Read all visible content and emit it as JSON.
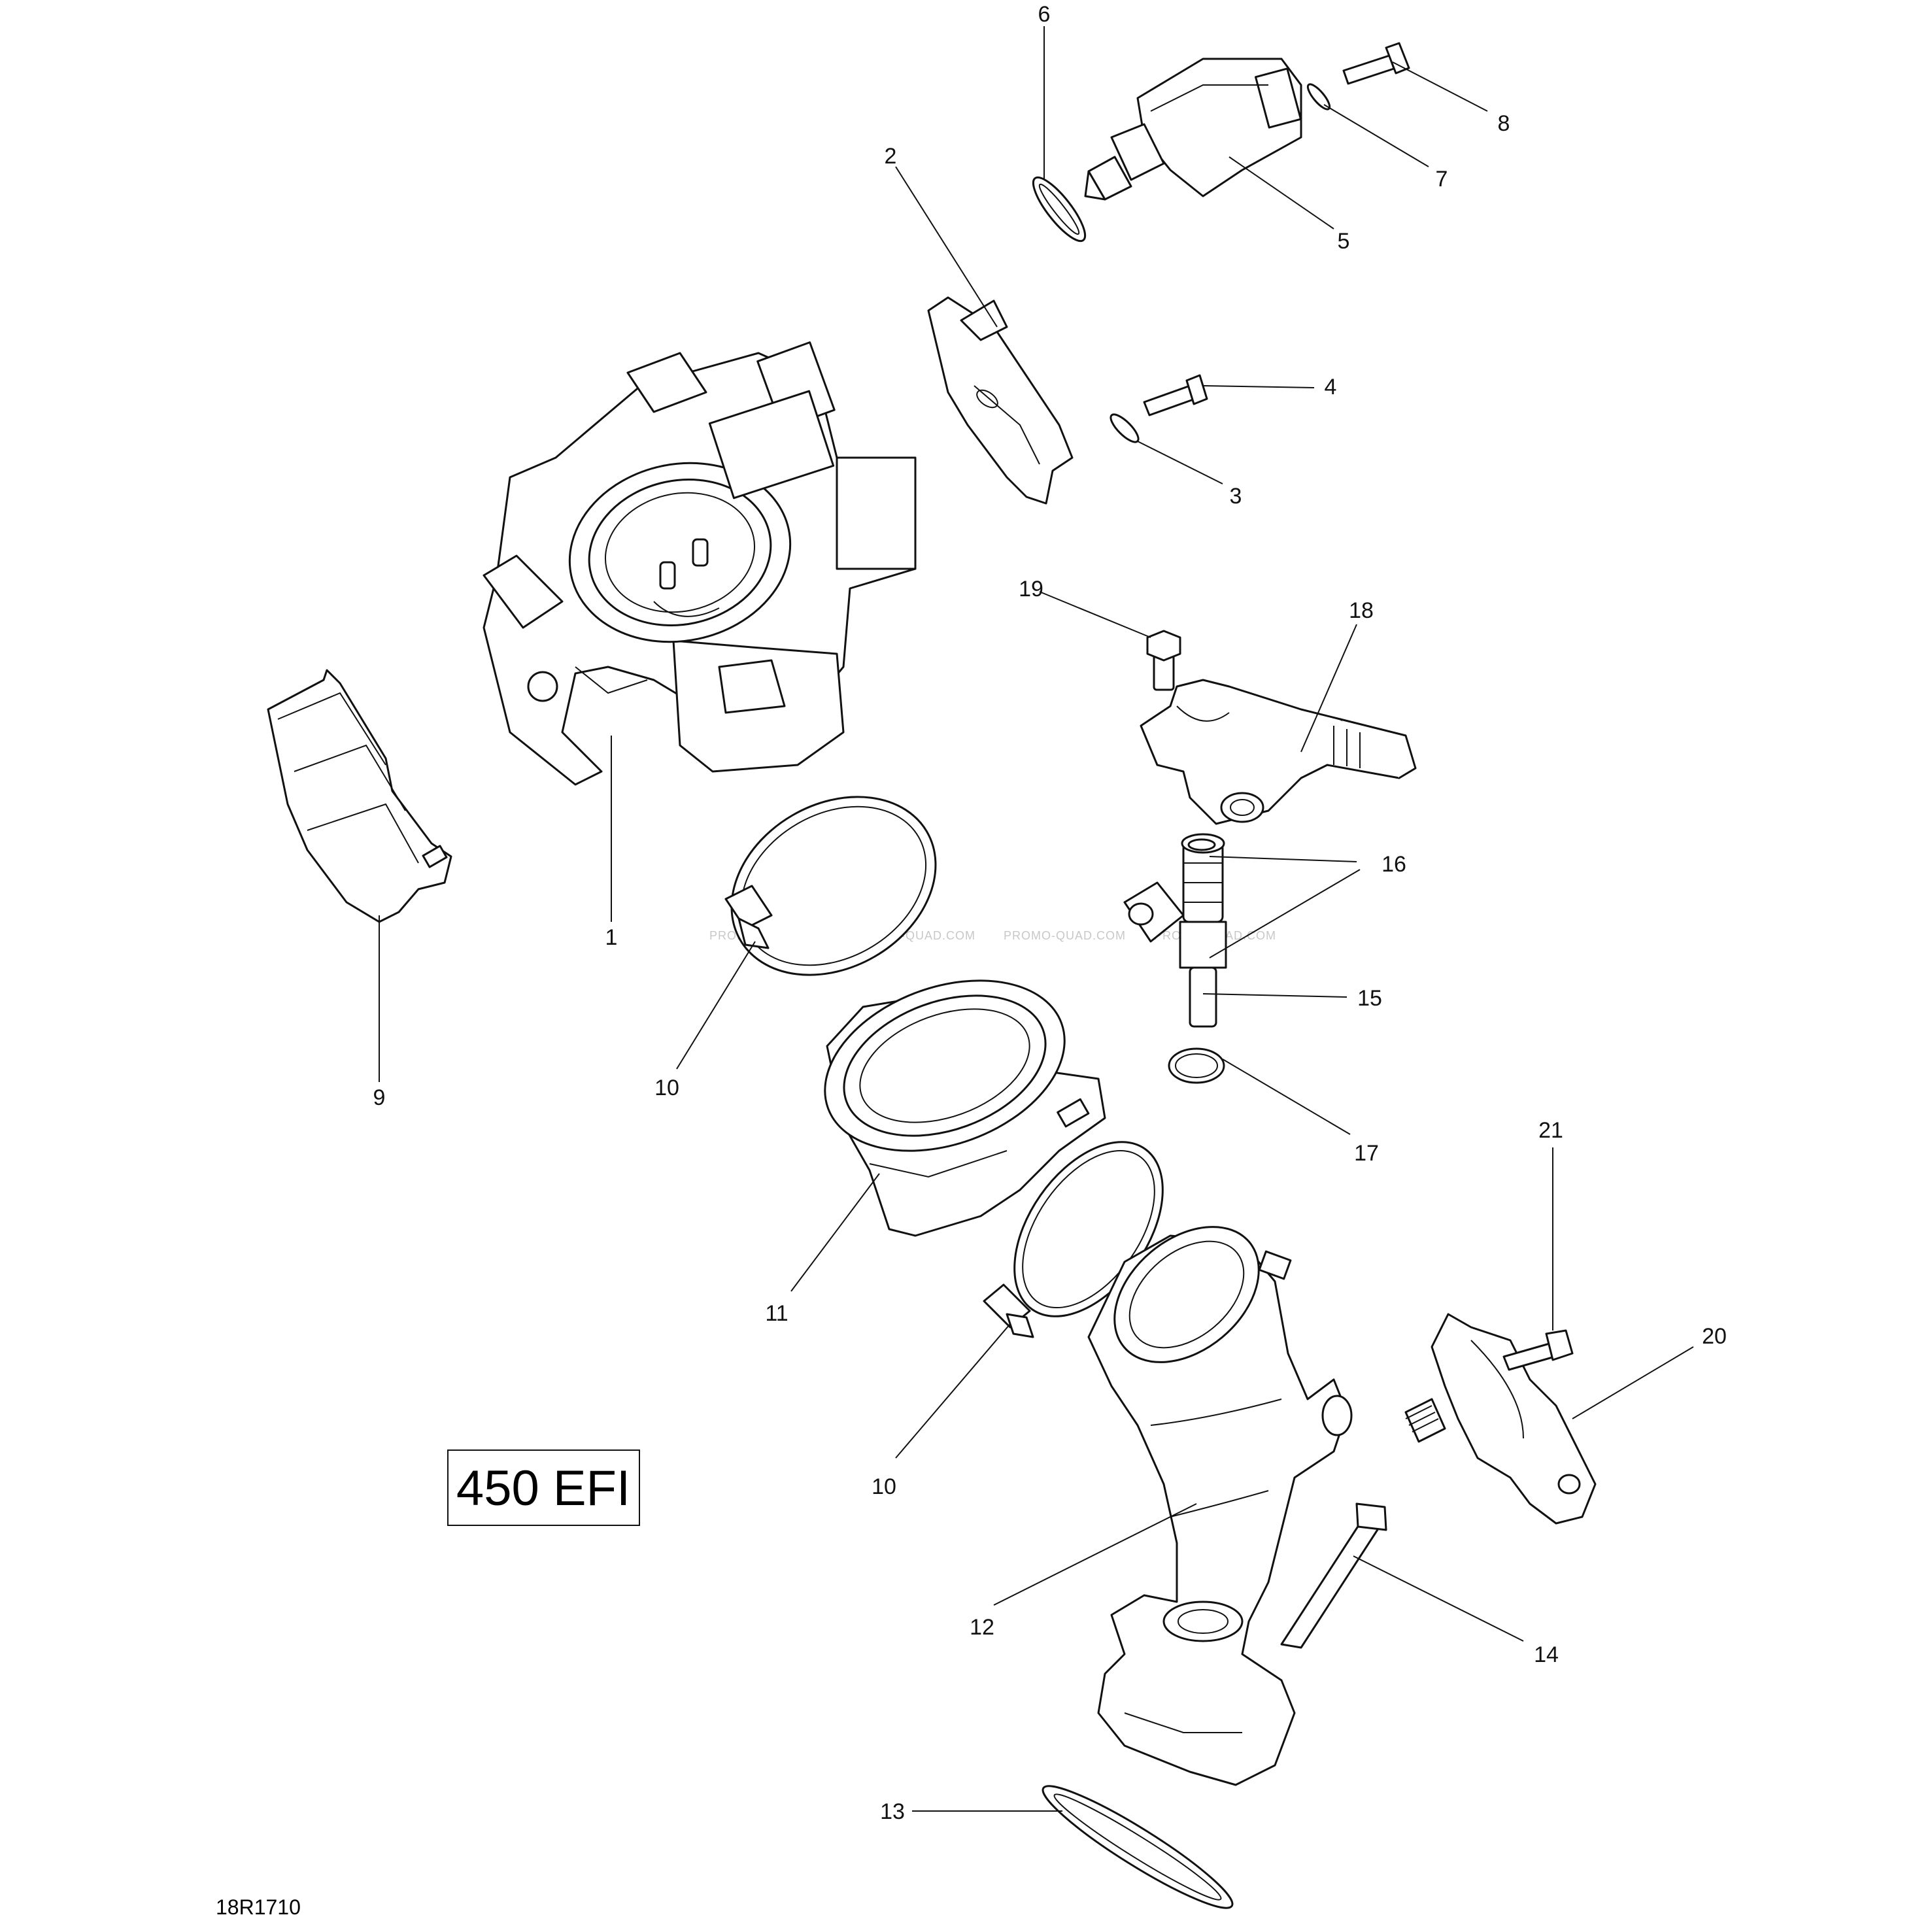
{
  "diagram": {
    "model_label": "450 EFI",
    "reference_code": "18R1710",
    "watermark": "PROMO-QUAD.COM",
    "callouts": [
      "1",
      "2",
      "3",
      "4",
      "5",
      "6",
      "7",
      "8",
      "9",
      "10",
      "10",
      "11",
      "12",
      "13",
      "14",
      "15",
      "16",
      "17",
      "18",
      "19",
      "20",
      "21"
    ]
  },
  "parts": [
    {
      "number": "1",
      "icon": "throttle-body-icon"
    },
    {
      "number": "2",
      "icon": "bracket-plate-icon"
    },
    {
      "number": "3",
      "icon": "washer-icon"
    },
    {
      "number": "4",
      "icon": "screw-icon"
    },
    {
      "number": "5",
      "icon": "idle-air-control-valve-icon"
    },
    {
      "number": "6",
      "icon": "o-ring-icon"
    },
    {
      "number": "7",
      "icon": "washer-icon"
    },
    {
      "number": "8",
      "icon": "screw-icon"
    },
    {
      "number": "9",
      "icon": "cover-icon"
    },
    {
      "number": "10",
      "icon": "hose-clamp-icon"
    },
    {
      "number": "11",
      "icon": "adaptor-sleeve-icon"
    },
    {
      "number": "12",
      "icon": "intake-manifold-icon"
    },
    {
      "number": "13",
      "icon": "gasket-icon"
    },
    {
      "number": "14",
      "icon": "bolt-icon"
    },
    {
      "number": "15",
      "icon": "fuel-injector-icon"
    },
    {
      "number": "16",
      "icon": "o-ring-icon"
    },
    {
      "number": "17",
      "icon": "o-ring-icon"
    },
    {
      "number": "18",
      "icon": "fuel-rail-icon"
    },
    {
      "number": "19",
      "icon": "bolt-icon"
    },
    {
      "number": "20",
      "icon": "map-sensor-icon"
    },
    {
      "number": "21",
      "icon": "bolt-icon"
    }
  ]
}
